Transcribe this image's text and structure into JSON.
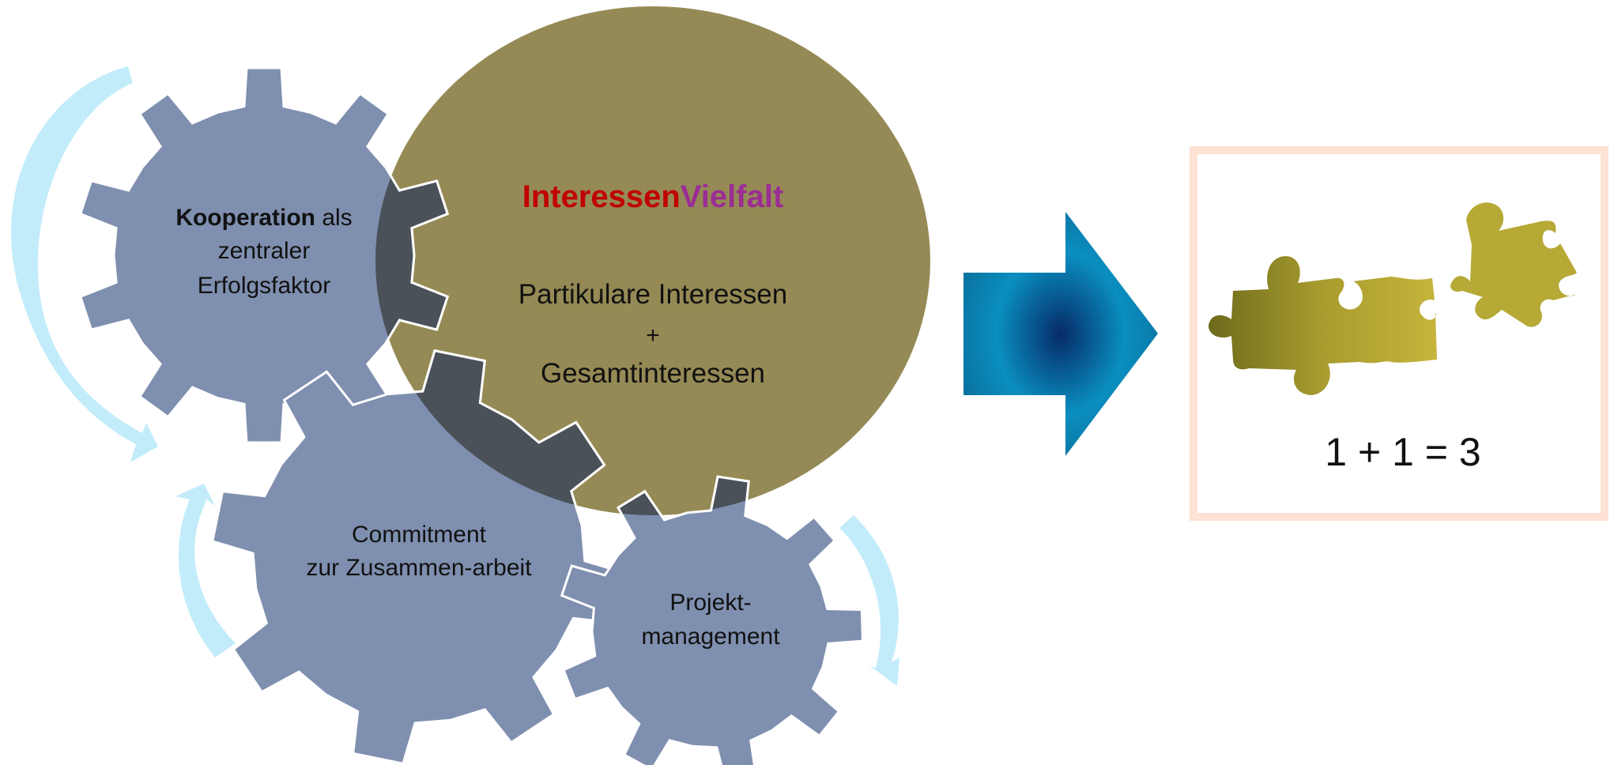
{
  "colors": {
    "circle": "#958a55",
    "gear": "#7f8faf",
    "gear_overlap": "#4a5158",
    "cycle_arrow": "#c2ecfa",
    "arrow_light": "#0a8fc0",
    "arrow_dark": "#062b68",
    "frame": "#fde2d5",
    "title_red": "#c00000",
    "title_purple": "#9b2d94",
    "puzzle": "#a69a2c"
  },
  "circle": {
    "title_part1": "Interessen",
    "title_part2": "Vielfalt",
    "line1": "Partikulare Interessen",
    "line2": "+",
    "line3": "Gesamtinteressen"
  },
  "gears": {
    "cooperation": {
      "bold": "Kooperation",
      "rest": " als",
      "line2": "zentraler",
      "line3": "Erfolgsfaktor"
    },
    "commitment": {
      "line1": "Commitment",
      "line2": "zur Zusammen-arbeit"
    },
    "project": {
      "line1": "Projekt-",
      "line2": "management"
    }
  },
  "result": {
    "equation": "1 + 1 = 3"
  },
  "icons": [
    "gear-icon",
    "cycle-arrow-icon",
    "right-arrow-icon",
    "puzzle-piece-icon"
  ]
}
